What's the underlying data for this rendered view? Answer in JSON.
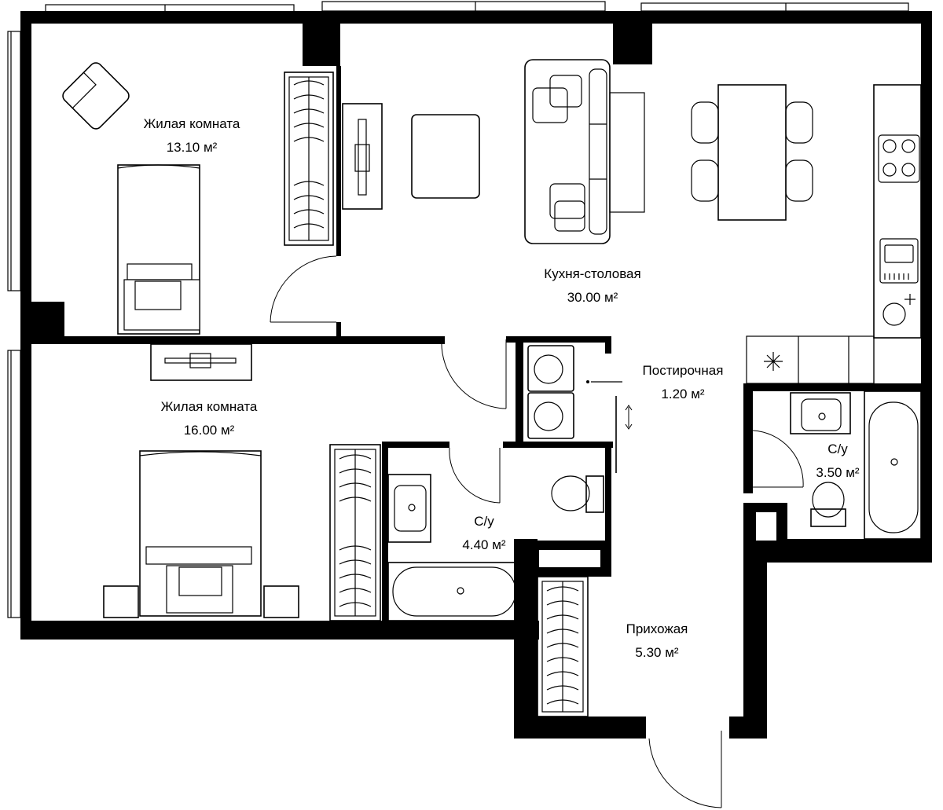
{
  "rooms": [
    {
      "id": "living1",
      "name": "Жилая комната",
      "area": "13.10 м²"
    },
    {
      "id": "kitchen",
      "name": "Кухня-столовая",
      "area": "30.00 м²"
    },
    {
      "id": "laundry",
      "name": "Постирочная",
      "area": "1.20 м²"
    },
    {
      "id": "living2",
      "name": "Жилая комната",
      "area": "16.00 м²"
    },
    {
      "id": "bath2",
      "name": "С/у",
      "area": "3.50 м²"
    },
    {
      "id": "bath1",
      "name": "С/у",
      "area": "4.40 м²"
    },
    {
      "id": "hall",
      "name": "Прихожая",
      "area": "5.30 м²"
    }
  ],
  "colors": {
    "wall": "#000000",
    "background": "#ffffff",
    "line": "#000000"
  },
  "icons": [
    "snowflake-icon",
    "sparkle-icon"
  ]
}
